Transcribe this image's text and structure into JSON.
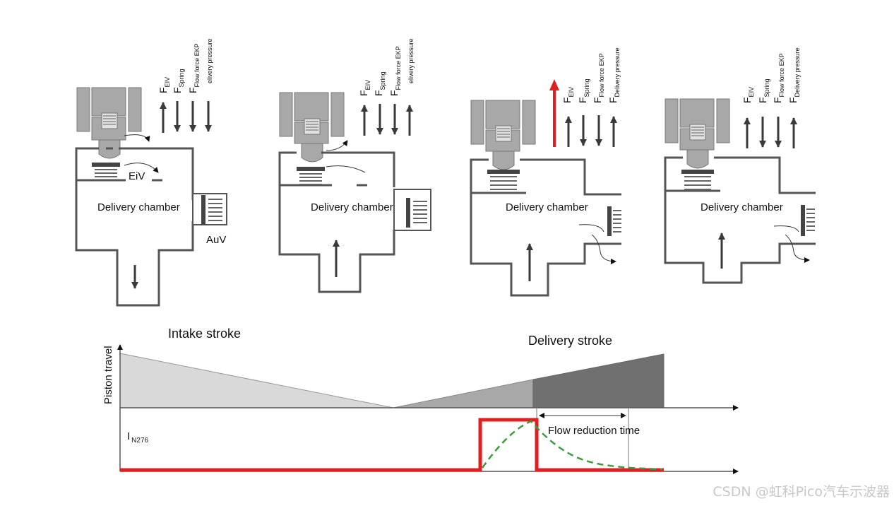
{
  "colors": {
    "red": "#e02020",
    "green_dash": "#3f9a3f",
    "part_gray": "#a8a8a8",
    "arrow_gray": "#3a3a3a",
    "intake_fill": "#d9d9d9",
    "delivery_light": "#a8a8a8",
    "delivery_dark": "#707070"
  },
  "force_labels": {
    "eiv_main": "F",
    "eiv_sub": "EIV",
    "spring_main": "F",
    "spring_sub": "Spring",
    "flow_main": "F",
    "flow_sub": "Flow force EKP",
    "delivery_main": "F",
    "delivery_sub": "Delivery pressure",
    "delivery_sub_clipped": "elivery pressure",
    "delivery_sub_clipped_short": "elivery pressure"
  },
  "panels": [
    {
      "chamber_label": "Delivery chamber",
      "eiv_label": "EiV",
      "auv_label": "AuV",
      "piston_arrow": "down",
      "force_arrows": [
        "up",
        "down",
        "down",
        "down"
      ]
    },
    {
      "chamber_label": "Delivery chamber",
      "piston_arrow": "up",
      "force_arrows": [
        "up",
        "down",
        "down",
        "up"
      ]
    },
    {
      "chamber_label": "Delivery chamber",
      "piston_arrow": "up",
      "force_arrows": [
        "up",
        "down",
        "down",
        "up"
      ],
      "highlight_arrow": "up-red"
    },
    {
      "chamber_label": "Delivery chamber",
      "piston_arrow": "up",
      "force_arrows": [
        "up",
        "down",
        "down",
        "up"
      ]
    }
  ],
  "timing": {
    "intake_label": "Intake stroke",
    "delivery_label": "Delivery stroke",
    "y_axis_label": "Piston travel",
    "current_main": "I",
    "current_sub": "N276",
    "flow_reduction_label": "Flow reduction time"
  },
  "watermark": "CSDN @虹科Pico汽车示波器"
}
